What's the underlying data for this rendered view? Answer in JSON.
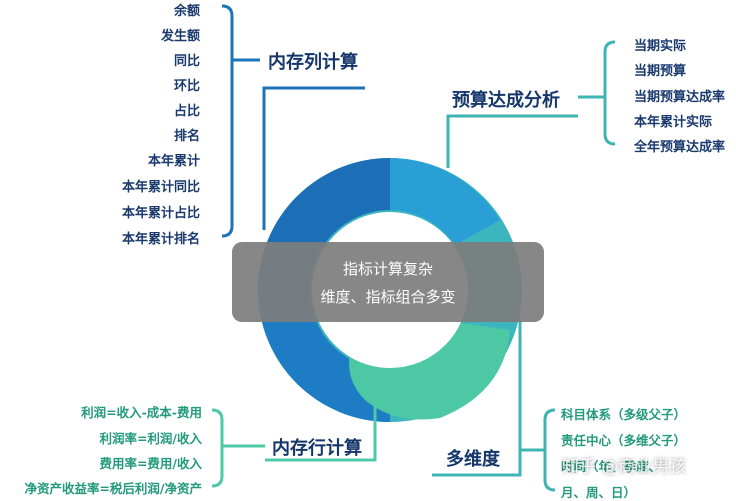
{
  "center": {
    "line1": "指标计算复杂",
    "line2": "维度、指标组合多变"
  },
  "branches": {
    "memory_column": {
      "title": "内存列计算",
      "items": [
        "余额",
        "发生额",
        "同比",
        "环比",
        "占比",
        "排名",
        "本年累计",
        "本年累计同比",
        "本年累计占比",
        "本年累计排名"
      ]
    },
    "budget_analysis": {
      "title": "预算达成分析",
      "items": [
        "当期实际",
        "当期预算",
        "当期预算达成率",
        "本年累计实际",
        "全年预算达成率"
      ]
    },
    "memory_row": {
      "title": "内存行计算",
      "items": [
        "利润=收入-成本-费用",
        "利润率=利润/收入",
        "费用率=费用/收入",
        "净资产收益率=税后利润/净资产"
      ]
    },
    "multi_dimension": {
      "title": "多维度",
      "items": [
        "科目体系（多级父子）",
        "责任中心（多维父子）",
        "时间（年、季度、",
        "月、周、日）"
      ]
    }
  },
  "watermark": "知乎 @商业男孩",
  "colors": {
    "navy_text": "#1a3a6e",
    "green_text": "#239a7e",
    "blue_line": "#1b74b8",
    "teal_line": "#3fb5b3",
    "green_line": "#4ec9a8",
    "ring_dark_blue": "#1c6fb7",
    "ring_light_blue": "#2a9fd6",
    "ring_teal": "#3cb5be",
    "ring_green": "#4cc8a5"
  }
}
